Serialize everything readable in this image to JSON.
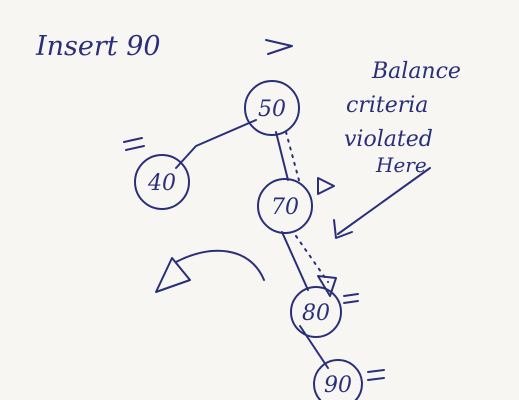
{
  "heading": "Insert 90",
  "note": {
    "line1": "Balance",
    "line2": "criteria",
    "line3": "violated",
    "line4": "Here"
  },
  "nodes": [
    {
      "id": "n50",
      "label": "50"
    },
    {
      "id": "n40",
      "label": "40"
    },
    {
      "id": "n70",
      "label": "70"
    },
    {
      "id": "n80",
      "label": "80"
    },
    {
      "id": "n90",
      "label": "90"
    }
  ],
  "colors": {
    "ink": "#2a2f7a",
    "paper": "#f7f6f3"
  }
}
